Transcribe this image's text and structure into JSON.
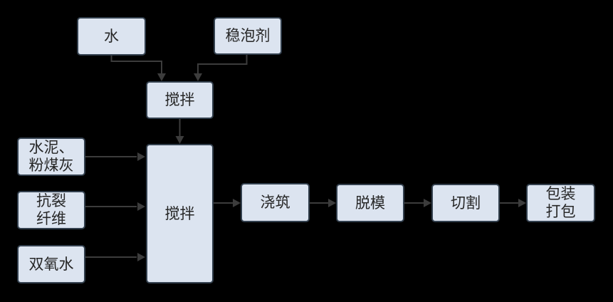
{
  "diagram": {
    "type": "flowchart",
    "background": "#000000",
    "colors": {
      "node_fill": "#dce4f0",
      "node_border": "#33404e",
      "arrow": "#3c3c3c",
      "text": "#262626"
    }
  },
  "nodes": {
    "water": {
      "label": "水",
      "lines": [
        "水"
      ]
    },
    "foam_stabilizer": {
      "label": "稳泡剂",
      "lines": [
        "稳泡剂"
      ]
    },
    "premix": {
      "label": "搅拌",
      "lines": [
        "搅拌"
      ]
    },
    "cement_flyash": {
      "label": "水泥、粉煤灰",
      "lines": [
        "水泥、",
        "粉煤灰"
      ]
    },
    "anti_crack_fiber": {
      "label": "抗裂纤维",
      "lines": [
        "抗裂",
        "纤维"
      ]
    },
    "hydrogen_peroxide": {
      "label": "双氧水",
      "lines": [
        "双氧水"
      ]
    },
    "main_mix": {
      "label": "搅拌",
      "lines": [
        "搅拌"
      ]
    },
    "pouring": {
      "label": "浇筑",
      "lines": [
        "浇筑"
      ]
    },
    "demolding": {
      "label": "脱模",
      "lines": [
        "脱模"
      ]
    },
    "cutting": {
      "label": "切割",
      "lines": [
        "切割"
      ]
    },
    "packaging": {
      "label": "包装打包",
      "lines": [
        "包装",
        "打包"
      ]
    }
  },
  "edges": [
    {
      "from": "water",
      "to": "premix"
    },
    {
      "from": "foam_stabilizer",
      "to": "premix"
    },
    {
      "from": "premix",
      "to": "main_mix"
    },
    {
      "from": "cement_flyash",
      "to": "main_mix"
    },
    {
      "from": "anti_crack_fiber",
      "to": "main_mix"
    },
    {
      "from": "hydrogen_peroxide",
      "to": "main_mix"
    },
    {
      "from": "main_mix",
      "to": "pouring"
    },
    {
      "from": "pouring",
      "to": "demolding"
    },
    {
      "from": "demolding",
      "to": "cutting"
    },
    {
      "from": "cutting",
      "to": "packaging"
    }
  ]
}
